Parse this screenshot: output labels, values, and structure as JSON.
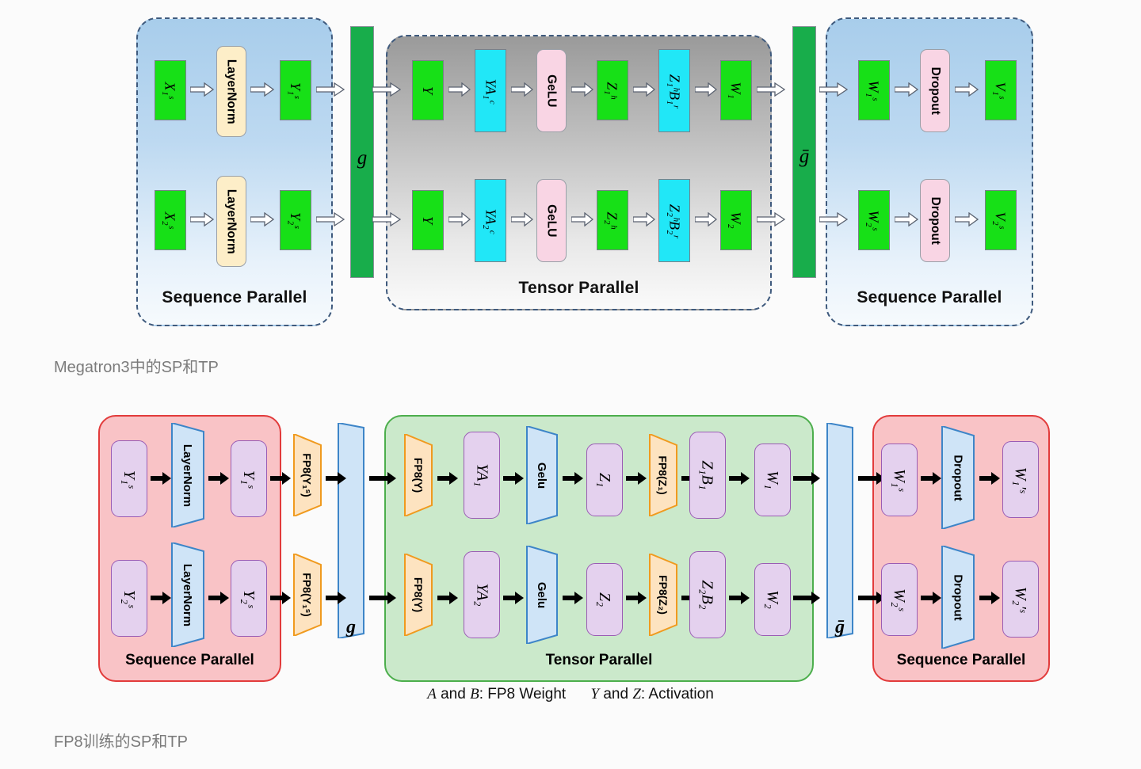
{
  "captions": {
    "top": "Megatron3中的SP和TP",
    "bottom": "FP8训练的SP和TP"
  },
  "legend": {
    "weight_vars": "A",
    "weight_vars2": "B",
    "weight_text": " and ",
    "full": "A and B: FP8 Weight    Y and Z: Activation",
    "part1_a": "A",
    "part1_and": " and ",
    "part1_b": "B",
    "part1_tail": ": FP8 Weight",
    "part2_y": "Y",
    "part2_and": " and ",
    "part2_z": "Z",
    "part2_tail": ": Activation"
  },
  "top_diagram": {
    "panels": [
      {
        "id": "sp-left",
        "label": "Sequence Parallel"
      },
      {
        "id": "tp",
        "label": "Tensor Parallel"
      },
      {
        "id": "sp-right",
        "label": "Sequence Parallel"
      }
    ],
    "gather_bars": [
      {
        "id": "g",
        "label": "g"
      },
      {
        "id": "g-bar",
        "label": "ḡ"
      }
    ],
    "sp_left": {
      "row1": [
        {
          "name": "x1s",
          "text": "X₁ˢ",
          "kind": "green"
        },
        {
          "name": "layernorm",
          "text": "LayerNorm",
          "kind": "cream"
        },
        {
          "name": "y1s",
          "text": "Y₁ˢ",
          "kind": "green"
        }
      ],
      "row2": [
        {
          "name": "x2s",
          "text": "X₂ˢ",
          "kind": "green"
        },
        {
          "name": "layernorm",
          "text": "LayerNorm",
          "kind": "cream"
        },
        {
          "name": "y2s",
          "text": "Y₂ˢ",
          "kind": "green"
        }
      ]
    },
    "tp": {
      "row1": [
        {
          "name": "y",
          "text": "Y",
          "kind": "green"
        },
        {
          "name": "ya1c",
          "text": "YA₁ᶜ",
          "kind": "cyan"
        },
        {
          "name": "gelu",
          "text": "GeLU",
          "kind": "pink"
        },
        {
          "name": "z1h",
          "text": "Z₁ʰ",
          "kind": "green"
        },
        {
          "name": "z1hb1r",
          "text": "Z₁ʰB₁ʳ",
          "kind": "cyan"
        },
        {
          "name": "w1",
          "text": "W₁",
          "kind": "green"
        }
      ],
      "row2": [
        {
          "name": "y",
          "text": "Y",
          "kind": "green"
        },
        {
          "name": "ya2c",
          "text": "YA₂ᶜ",
          "kind": "cyan"
        },
        {
          "name": "gelu",
          "text": "GeLU",
          "kind": "pink"
        },
        {
          "name": "z2h",
          "text": "Z₂ʰ",
          "kind": "green"
        },
        {
          "name": "z2hb2r",
          "text": "Z₂ʰB₂ʳ",
          "kind": "cyan"
        },
        {
          "name": "w2",
          "text": "W₂",
          "kind": "green"
        }
      ]
    },
    "sp_right": {
      "row1": [
        {
          "name": "w1s",
          "text": "W₁ˢ",
          "kind": "green"
        },
        {
          "name": "dropout",
          "text": "Dropout",
          "kind": "pink"
        },
        {
          "name": "v1s",
          "text": "V₁ˢ",
          "kind": "green"
        }
      ],
      "row2": [
        {
          "name": "w2s",
          "text": "W₂ˢ",
          "kind": "green"
        },
        {
          "name": "dropout",
          "text": "Dropout",
          "kind": "pink"
        },
        {
          "name": "v2s",
          "text": "V₂ˢ",
          "kind": "green"
        }
      ]
    }
  },
  "bottom_diagram": {
    "panels": [
      {
        "id": "sp-left",
        "label": "Sequence Parallel"
      },
      {
        "id": "tp",
        "label": "Tensor Parallel"
      },
      {
        "id": "sp-right",
        "label": "Sequence Parallel"
      }
    ],
    "gather_bars": [
      {
        "id": "g",
        "label": "g"
      },
      {
        "id": "g-bar",
        "label": "ḡ"
      }
    ],
    "sp_left": {
      "row1": [
        {
          "name": "y1s",
          "text": "Y₁ˢ",
          "kind": "purple"
        },
        {
          "name": "layernorm",
          "text": "LayerNorm",
          "kind": "trap-blue"
        },
        {
          "name": "y1s-out",
          "text": "Y₁ˢ",
          "kind": "purple"
        },
        {
          "name": "fp8-y1s",
          "text": "FP8(Y₁ˢ)",
          "kind": "trap-orange"
        }
      ],
      "row2": [
        {
          "name": "y2s",
          "text": "Y₂ˢ",
          "kind": "purple"
        },
        {
          "name": "layernorm",
          "text": "LayerNorm",
          "kind": "trap-blue"
        },
        {
          "name": "y2s-out",
          "text": "Y₂ˢ",
          "kind": "purple"
        },
        {
          "name": "fp8-y1s",
          "text": "FP8(Y₁ˢ)",
          "kind": "trap-orange"
        }
      ]
    },
    "tp": {
      "row1": [
        {
          "name": "fp8-y",
          "text": "FP8(Y)",
          "kind": "trap-orange"
        },
        {
          "name": "ya1",
          "text": "YA₁",
          "kind": "purple"
        },
        {
          "name": "gelu",
          "text": "Gelu",
          "kind": "trap-blue"
        },
        {
          "name": "z1",
          "text": "Z₁",
          "kind": "purple"
        },
        {
          "name": "fp8-z1",
          "text": "FP8(Z₁)",
          "kind": "trap-orange"
        },
        {
          "name": "z1b1",
          "text": "Z₁B₁",
          "kind": "purple"
        },
        {
          "name": "w1",
          "text": "W₁",
          "kind": "purple"
        }
      ],
      "row2": [
        {
          "name": "fp8-y",
          "text": "FP8(Y)",
          "kind": "trap-orange"
        },
        {
          "name": "ya2",
          "text": "YA₂",
          "kind": "purple"
        },
        {
          "name": "gelu",
          "text": "Gelu",
          "kind": "trap-blue"
        },
        {
          "name": "z2",
          "text": "Z₂",
          "kind": "purple"
        },
        {
          "name": "fp8-z2",
          "text": "FP8(Z₂)",
          "kind": "trap-orange"
        },
        {
          "name": "z2b2",
          "text": "Z₂B₂",
          "kind": "purple"
        },
        {
          "name": "w2",
          "text": "W₂",
          "kind": "purple"
        }
      ]
    },
    "sp_right": {
      "row1": [
        {
          "name": "w1s",
          "text": "W₁ˢ",
          "kind": "purple"
        },
        {
          "name": "dropout",
          "text": "Dropout",
          "kind": "trap-blue"
        },
        {
          "name": "w1ps",
          "text": "W₁′ˢ",
          "kind": "purple"
        }
      ],
      "row2": [
        {
          "name": "w2s",
          "text": "W₂ˢ",
          "kind": "purple"
        },
        {
          "name": "dropout",
          "text": "Dropout",
          "kind": "trap-blue"
        },
        {
          "name": "w2ps",
          "text": "W₂′ˢ",
          "kind": "purple"
        }
      ]
    }
  },
  "colors": {
    "green_block": "#17e017",
    "cyan_block": "#21e7f7",
    "cream_block": "#fdeec8",
    "pink_block": "#f9d5e4",
    "gather_green": "#18ad4b",
    "panel_sp_top": "#a8cdeb",
    "panel_tp_top": "#9a9a9a",
    "bottom_sp_fill": "#f9c3c6",
    "bottom_sp_border": "#e23b3b",
    "bottom_tp_fill": "#cbe9cb",
    "bottom_tp_border": "#4cae4c",
    "purple_fill": "#e4d1ee",
    "purple_border": "#9a5cb4",
    "trap_blue_fill": "#cfe4f7",
    "trap_blue_border": "#3d85c8",
    "trap_orange_fill": "#fde3c0",
    "trap_orange_border": "#f09a1e",
    "caption_text": "#7b7b7b"
  }
}
